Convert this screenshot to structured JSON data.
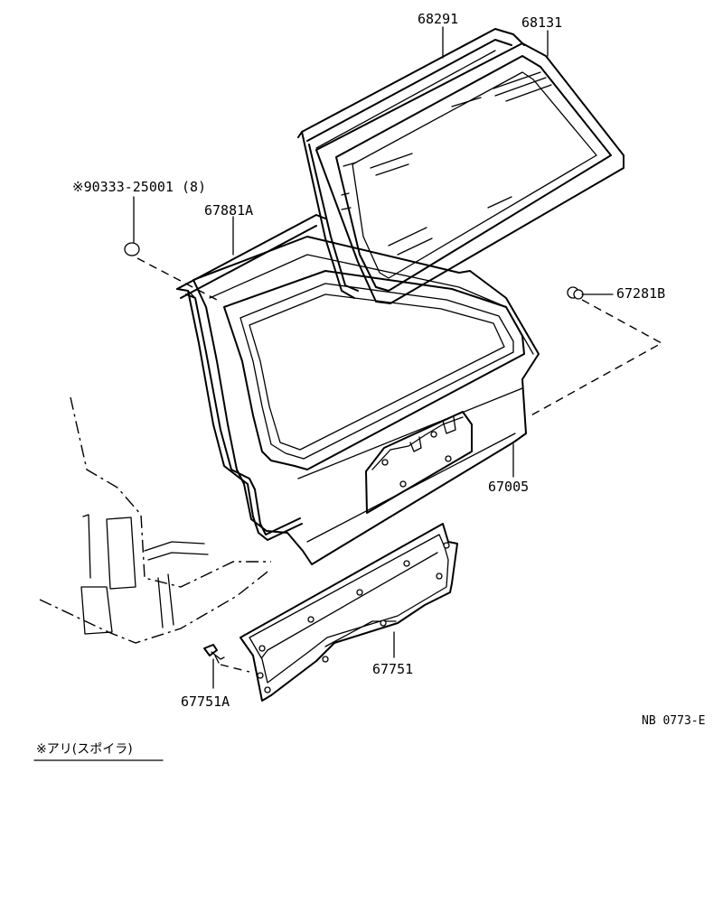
{
  "parts": {
    "p68291": "68291",
    "p68131": "68131",
    "p90333": "※90333-25001 (8)",
    "p67881A": "67881A",
    "p67281B": "67281B",
    "p67005": "67005",
    "p67751": "67751",
    "p67751A": "67751A"
  },
  "figure_code": "NB 0773-E",
  "note": "※アリ(スポイラ)"
}
